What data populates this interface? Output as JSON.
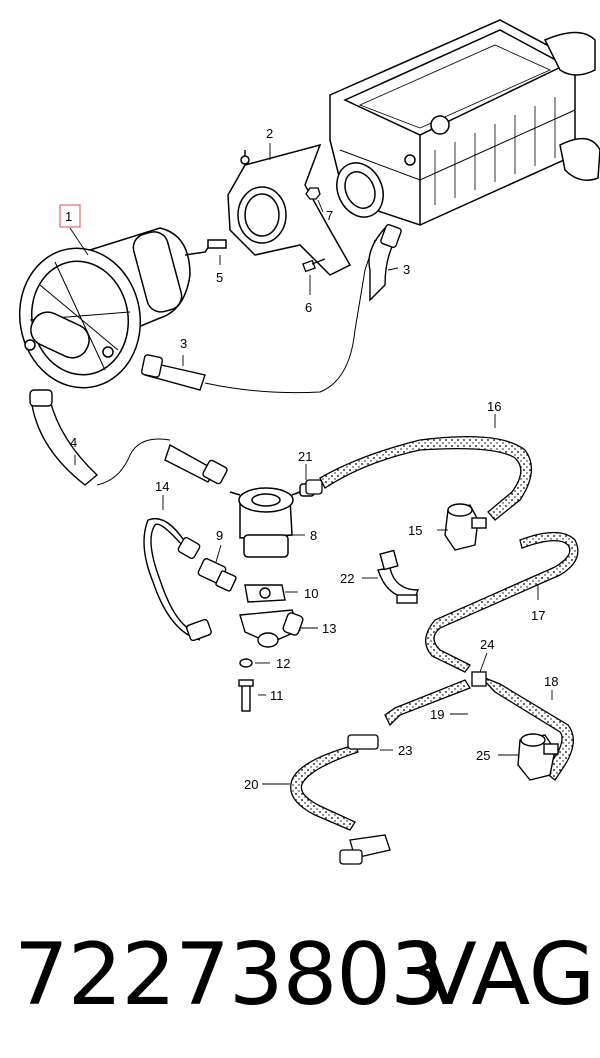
{
  "diagram": {
    "highlight_color": "#e36a6a",
    "callouts": [
      {
        "id": "c1",
        "text": "1",
        "highlighted": true
      },
      {
        "id": "c2",
        "text": "2"
      },
      {
        "id": "c3a",
        "text": "3"
      },
      {
        "id": "c3b",
        "text": "3"
      },
      {
        "id": "c4",
        "text": "4"
      },
      {
        "id": "c5",
        "text": "5"
      },
      {
        "id": "c6",
        "text": "6"
      },
      {
        "id": "c7",
        "text": "7"
      },
      {
        "id": "c8",
        "text": "8"
      },
      {
        "id": "c9",
        "text": "9"
      },
      {
        "id": "c10",
        "text": "10"
      },
      {
        "id": "c11",
        "text": "11"
      },
      {
        "id": "c12",
        "text": "12"
      },
      {
        "id": "c13",
        "text": "13"
      },
      {
        "id": "c14",
        "text": "14"
      },
      {
        "id": "c15",
        "text": "15"
      },
      {
        "id": "c16",
        "text": "16"
      },
      {
        "id": "c17",
        "text": "17"
      },
      {
        "id": "c18",
        "text": "18"
      },
      {
        "id": "c19",
        "text": "19"
      },
      {
        "id": "c20",
        "text": "20"
      },
      {
        "id": "c21",
        "text": "21"
      },
      {
        "id": "c22",
        "text": "22"
      },
      {
        "id": "c23",
        "text": "23"
      },
      {
        "id": "c24",
        "text": "24"
      },
      {
        "id": "c25",
        "text": "25"
      }
    ]
  },
  "footer": {
    "part_number": "72273803",
    "brand": "VAG"
  }
}
